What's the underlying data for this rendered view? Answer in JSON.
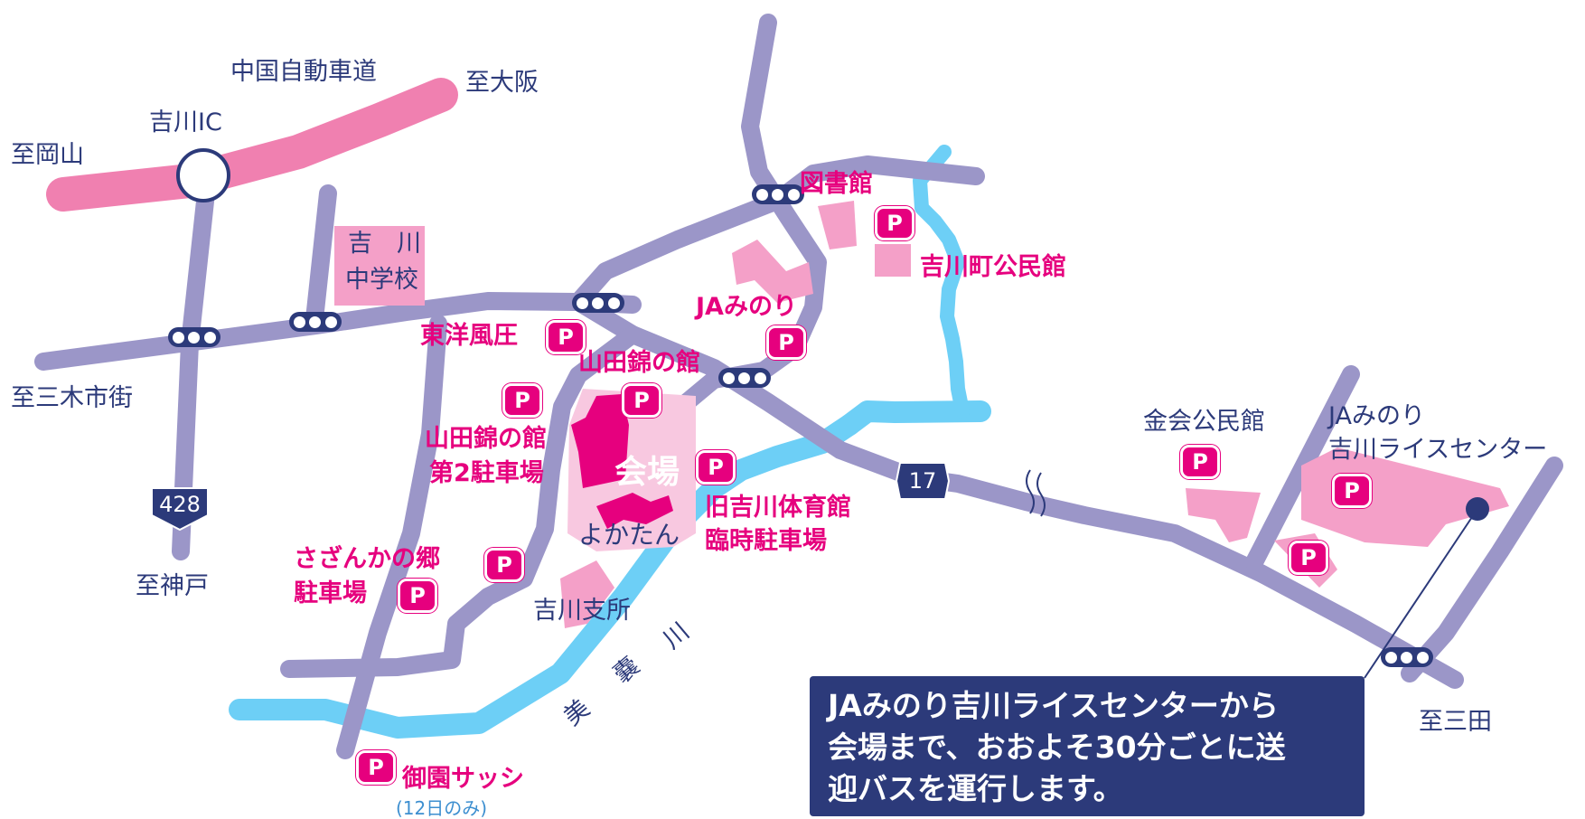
{
  "map": {
    "route_labels": {
      "expressway": "中国自動車道",
      "route_428": "428",
      "route_17": "17"
    },
    "direction_labels": {
      "osaka": "至大阪",
      "okayama": "至岡山",
      "miki": "至三木市街",
      "kobe": "至神戸",
      "sanda": "至三田"
    },
    "place_labels": {
      "interchange": "吉川IC",
      "school_line1": "吉　川",
      "school_line2": "中学校",
      "library": "図書館",
      "community_hall": "吉川町公民館",
      "ja_minori": "JAみのり",
      "toyo_fuatsu": "東洋風圧",
      "yamada_hall": "山田錦の館",
      "yamada_lot_line1": "山田錦の館",
      "yamada_lot_line2": "第2駐車場",
      "venue": "会場",
      "yokatan": "よかたん",
      "gym_lot_line1": "旧吉川体育館",
      "gym_lot_line2": "臨時駐車場",
      "sazanka_line1": "さざんかの郷",
      "sazanka_line2": "駐車場",
      "branch_office": "吉川支所",
      "misono": "御園サッシ",
      "misono_note": "(12日のみ)",
      "kanekai_hall": "金会公民館",
      "rice_center_line1": "JAみのり",
      "rice_center_line2": "吉川ライスセンター",
      "river_c1": "美",
      "river_c2": "嚢",
      "river_c3": "川"
    },
    "parking_symbol": "P",
    "bus_info": [
      "JAみのり吉川ライスセンターから",
      "会場まで、おおよそ30分ごとに送",
      "迎バスを運行します。"
    ],
    "colors": {
      "road": "#9b96c8",
      "expressway": "#f080b0",
      "river": "#6dcff6",
      "building": "#f4a0c8",
      "venue_area": "#f8c8e0",
      "venue_building": "#e6007e",
      "text_navy": "#2c3a7a",
      "text_pink": "#e6007e"
    }
  }
}
